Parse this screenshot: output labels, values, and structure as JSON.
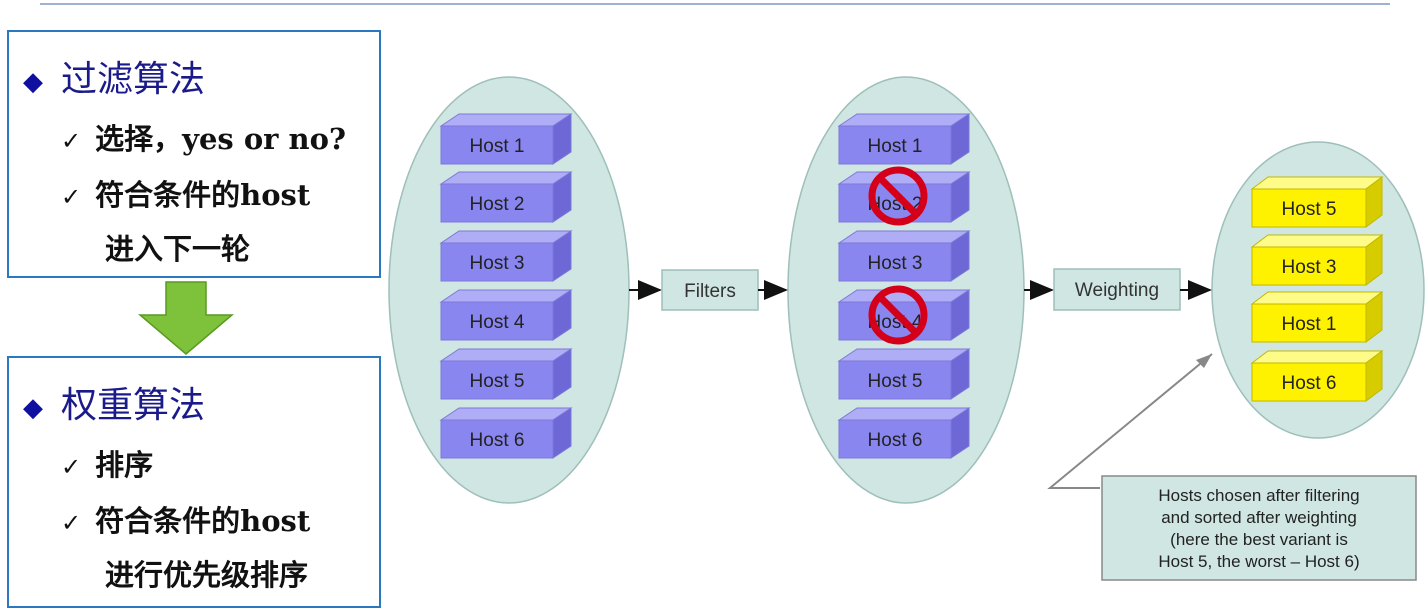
{
  "panel_filter": {
    "title": "过滤算法",
    "item1": "选择，yes or no?",
    "item2": "符合条件的host",
    "item2_cont": "进入下一轮"
  },
  "panel_weight": {
    "title": "权重算法",
    "item1": "排序",
    "item2": "符合条件的host",
    "item2_cont": "进行优先级排序"
  },
  "stage1": {
    "hosts": [
      "Host 1",
      "Host 2",
      "Host 3",
      "Host 4",
      "Host 5",
      "Host 6"
    ]
  },
  "stage2": {
    "hosts": [
      "Host 1",
      "Host 2",
      "Host 3",
      "Host 4",
      "Host 5",
      "Host 6"
    ],
    "rejected": [
      "Host 2",
      "Host 4"
    ]
  },
  "stage3": {
    "hosts": [
      "Host 5",
      "Host 3",
      "Host 1",
      "Host 6"
    ]
  },
  "filters_label": "Filters",
  "weighting_label": "Weighting",
  "note": {
    "line1": "Hosts chosen after filtering",
    "line2": "and sorted after weighting",
    "line3": "(here the best variant is",
    "line4": "Host 5, the worst – Host 6)"
  },
  "colors": {
    "host_blue": "#8a86f0",
    "host_yellow": "#fff200",
    "ellipse": "#cfe6e2",
    "panel_border": "#2a79c0",
    "arrow_green": "#7dc23a"
  }
}
